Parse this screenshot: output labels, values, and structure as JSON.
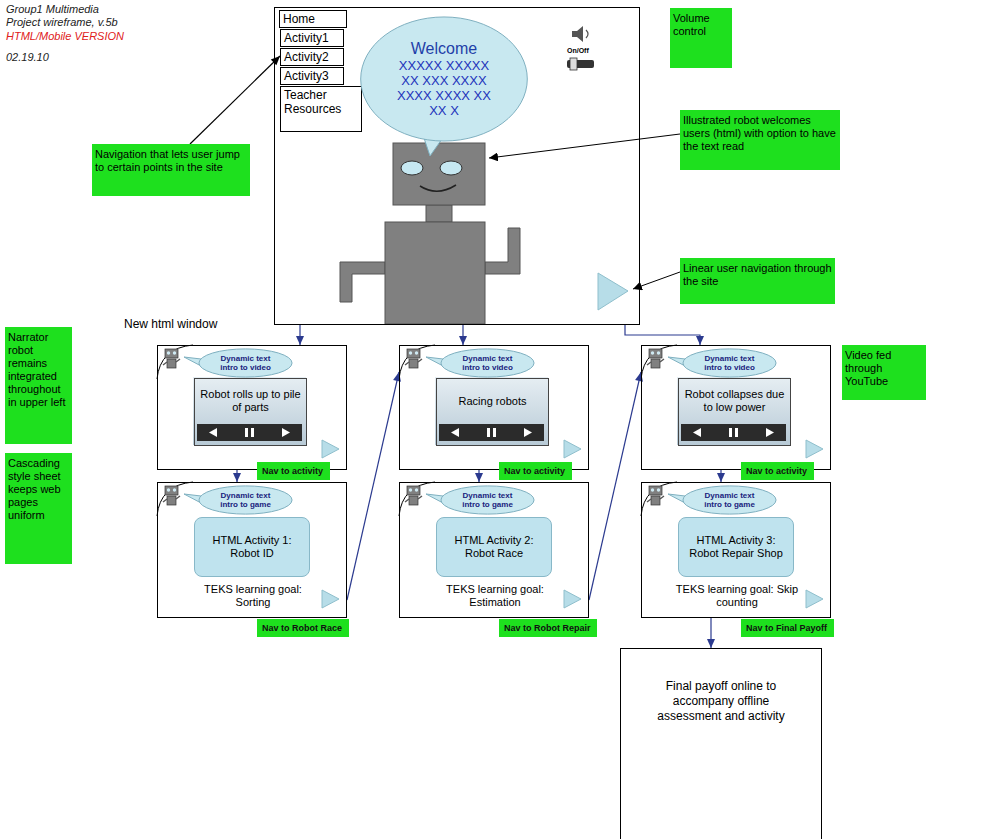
{
  "diagram": {
    "title": "Group1 Multimedia Project wireframe, v.5b",
    "nodes": [
      {
        "text": []
      },
      {
        "text": [
          "Home"
        ],
        "in": 0
      },
      {
        "text": [
          "Activity1"
        ],
        "in": 0
      },
      {
        "text": [
          "Activity2"
        ],
        "in": 0
      },
      {
        "text": [
          "Activity3"
        ],
        "in": 0
      },
      {
        "text": [
          "Teacher Resources"
        ],
        "in": 0
      },
      {
        "text": [
          "Welcome",
          "XXXXX XXXXX XX XXX XXXX XXXX XXXX XX XX X"
        ],
        "in": 0
      },
      {
        "text": [
          "Volume control"
        ]
      },
      {
        "text": [
          "Navigation that lets user jump to certain points in the site"
        ]
      },
      {
        "text": [
          "Illustrated robot welcomes users (html) with option to have the text read"
        ]
      },
      {
        "text": [
          "Linear user navigation through the site"
        ]
      },
      {
        "text": [
          "Narrator robot remains integrated throughout in upper left"
        ]
      },
      {
        "text": [
          "Cascading style sheet keeps web pages uniform"
        ]
      },
      {
        "text": [
          "Video fed through YouTube"
        ]
      },
      {
        "text": []
      },
      {
        "text": [
          "Dynamic text intro to video"
        ],
        "in": 14
      },
      {
        "text": [
          "Robot rolls up to pile of parts"
        ],
        "in": 14
      },
      {
        "text": []
      },
      {
        "text": [
          "Dynamic text intro to video"
        ],
        "in": 17
      },
      {
        "text": [
          "Racing robots"
        ],
        "in": 17
      },
      {
        "text": []
      },
      {
        "text": [
          "Dynamic text intro to video"
        ],
        "in": 20
      },
      {
        "text": [
          "Robot collapses due to low power"
        ],
        "in": 20
      },
      {
        "text": [
          "Nav to activity"
        ]
      },
      {
        "text": [
          "Nav to activity"
        ]
      },
      {
        "text": [
          "Nav to activity"
        ]
      },
      {
        "text": [
          "TEKS learning goal: Sorting"
        ]
      },
      {
        "text": [
          "Dynamic text intro to game"
        ],
        "in": 26
      },
      {
        "text": [
          "HTML Activity 1: Robot ID"
        ],
        "in": 26
      },
      {
        "text": [
          "TEKS learning goal: Estimation"
        ]
      },
      {
        "text": [
          "Dynamic text intro to game"
        ],
        "in": 29
      },
      {
        "text": [
          "HTML Activity 2: Robot Race"
        ],
        "in": 29
      },
      {
        "text": [
          "TEKS learning goal: Skip counting"
        ]
      },
      {
        "text": [
          "Dynamic text intro to game"
        ],
        "in": 32
      },
      {
        "text": [
          "HTML Activity 3: Robot Repair Shop"
        ],
        "in": 32
      },
      {
        "text": [
          "Nav to Robot Race"
        ]
      },
      {
        "text": [
          "Nav to Robot Repair"
        ]
      },
      {
        "text": [
          "Nav to Final Payoff"
        ]
      },
      {
        "text": [
          "Final payoff online to accompany offline assessment and activity"
        ]
      }
    ],
    "edges": [
      {
        "from": 8,
        "to": 3,
        "arrow": "to"
      },
      {
        "from": 0,
        "to": 14,
        "arrow": "to"
      },
      {
        "from": 0,
        "to": 17,
        "arrow": "to"
      },
      {
        "from": 0,
        "to": 20,
        "arrow": "to"
      },
      {
        "from": 14,
        "to": 26,
        "arrow": "to"
      },
      {
        "from": 17,
        "to": 29,
        "arrow": "to"
      },
      {
        "from": 20,
        "to": 32,
        "arrow": "to"
      },
      {
        "from": 26,
        "to": 17,
        "arrow": "to"
      },
      {
        "from": 29,
        "to": 20,
        "arrow": "to"
      },
      {
        "from": 32,
        "to": 38,
        "arrow": "to"
      }
    ],
    "labels": [
      "HTML/Mobile VERSION",
      "02.19.10",
      "On/Off",
      "New html window"
    ]
  }
}
